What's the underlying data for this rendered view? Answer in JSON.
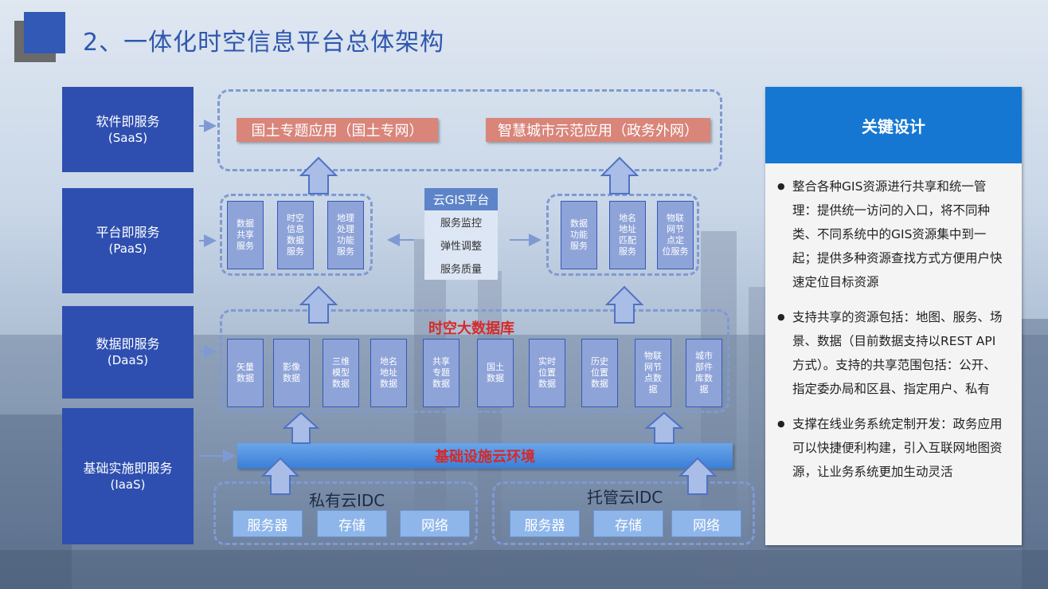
{
  "page": {
    "title": "2、一体化时空信息平台总体架构"
  },
  "layers": [
    {
      "label": "软件即服务",
      "sub": "(SaaS)"
    },
    {
      "label": "平台即服务",
      "sub": "(PaaS)"
    },
    {
      "label": "数据即服务",
      "sub": "(DaaS)"
    },
    {
      "label": "基础实施即服务",
      "sub": "(IaaS)"
    }
  ],
  "saas": {
    "app_left": "国土专题应用（国土专网）",
    "app_right": "智慧城市示范应用（政务外网）"
  },
  "paas": {
    "left_cells": [
      "数据\n共享\n服务",
      "时空\n信息\n数据\n服务",
      "地理\n处理\n功能\n服务"
    ],
    "right_cells": [
      "数据\n功能\n服务",
      "地名\n地址\n匹配\n服务",
      "物联\n网节\n点定\n位服务"
    ],
    "cloud": {
      "title": "云GIS平台",
      "items": [
        "服务监控",
        "弹性调整",
        "服务质量"
      ]
    }
  },
  "daas": {
    "title": "时空大数据库",
    "cells": [
      "矢量\n数据",
      "影像\n数据",
      "三维\n模型\n数据",
      "地名\n地址\n数据",
      "共享\n专题\n数据",
      "国土\n数据",
      "实时\n位置\n数据",
      "历史\n位置\n数据",
      "物联\n网节\n点数\n据",
      "城市\n部件\n库数\n据"
    ]
  },
  "iaas": {
    "bar": "基础设施云环境",
    "private_idc": {
      "title": "私有云IDC",
      "items": [
        "服务器",
        "存储",
        "网络"
      ]
    },
    "hosted_idc": {
      "title": "托管云IDC",
      "items": [
        "服务器",
        "存储",
        "网络"
      ]
    }
  },
  "key_design": {
    "title": "关键设计",
    "points": [
      "整合各种GIS资源进行共享和统一管理：提供统一访问的入口，将不同种类、不同系统中的GIS资源集中到一起；提供多种资源查找方式方便用户快速定位目标资源",
      "支持共享的资源包括：地图、服务、场景、数据（目前数据支持以REST API方式）。支持的共享范围包括：公开、指定委办局和区县、指定用户、私有",
      "支撑在线业务系统定制开发：政务应用可以快捷便利构建，引入互联网地图资源，让业务系统更加生动灵活"
    ]
  },
  "colors": {
    "layer_blue": "#2e4fb0",
    "app_red": "#d9857a",
    "key_blue": "#1677d2",
    "highlight_red": "#d42a2a"
  }
}
